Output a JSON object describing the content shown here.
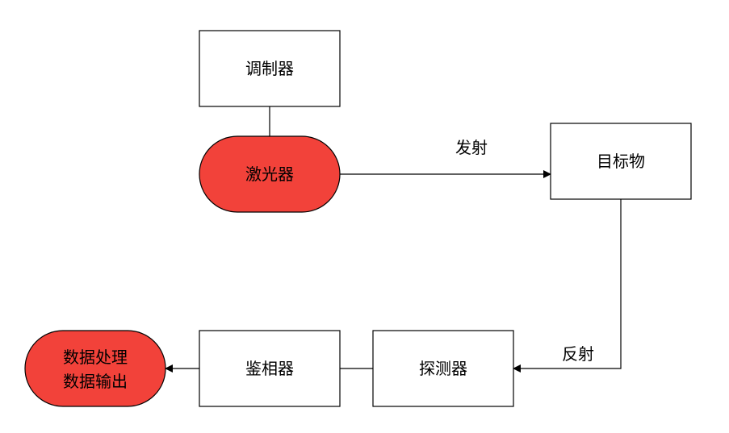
{
  "colors": {
    "highlight_fill": "#f2423a",
    "box_fill": "#ffffff",
    "stroke": "#000000"
  },
  "nodes": {
    "modulator": "调制器",
    "laser": "激光器",
    "target": "目标物",
    "detector": "探测器",
    "phase_detector": "鉴相器",
    "output_line1": "数据处理",
    "output_line2": "数据输出"
  },
  "edges": {
    "emit": "发射",
    "reflect": "反射"
  }
}
